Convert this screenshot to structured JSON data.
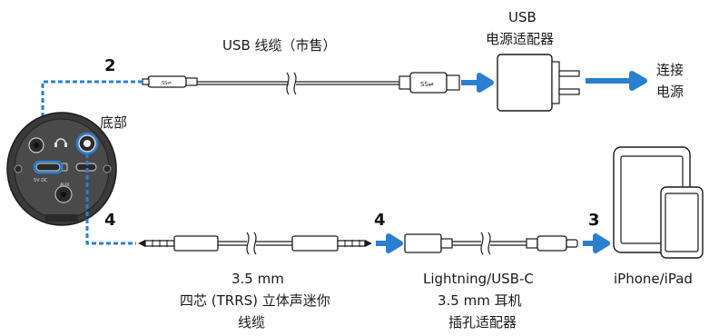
{
  "labels": {
    "usb_cable": "USB 线缆（市售）",
    "adapter_line1": "USB",
    "adapter_line2": "电源适配器",
    "connect_power_line1": "连接",
    "connect_power_line2": "电源",
    "bottom": "底部",
    "trrs_line1": "3.5 mm",
    "trrs_line2": "四芯 (TRRS) 立体声迷你",
    "trrs_line3": "线缆",
    "lightning_line1": "Lightning/USB-C",
    "lightning_line2": "3.5 mm 耳机",
    "lightning_line3": "插孔适配器",
    "device": "iPhone/iPad"
  },
  "steps": {
    "usb_port_step": "2",
    "trrs_step": "4",
    "adapter_step": "4",
    "device_step": "3"
  },
  "device_markings": {
    "usb_plug_mark": "SS⇌",
    "usbc_plug_mark": "SS⇌",
    "port_label": "5V DC",
    "aux_label": "AUX"
  },
  "colors": {
    "accent": "#2b7fd0",
    "line": "#1a1a1a",
    "device_body": "#3a3a3a"
  }
}
